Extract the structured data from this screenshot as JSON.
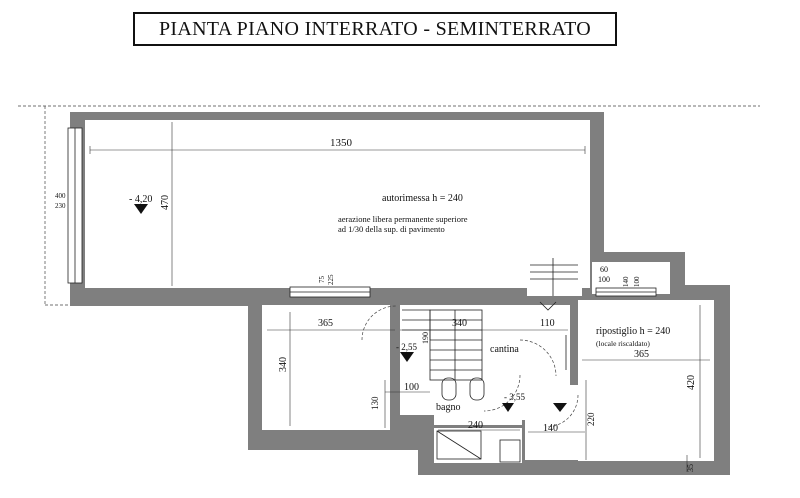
{
  "title": "PIANTA PIANO  INTERRATO - SEMINTERRATO",
  "labels": {
    "dim_1350": "1350",
    "dim_470": "470",
    "dim_400": "400",
    "dim_230": "230",
    "level_garage": "- 4,20",
    "autorimessa": "autorimessa  h = 240",
    "aeration_1": "aerazione libera permanente superiore",
    "aeration_2": "ad 1/30 della sup. di pavimento",
    "dim_75": "75",
    "dim_225": "225",
    "dim_60": "60",
    "dim_100a": "100",
    "dim_140": "140",
    "dim_100b": "100",
    "dim_365_left": "365",
    "dim_340_top": "340",
    "dim_110": "110",
    "dim_190": "190",
    "level_stair": "- 2,55",
    "cantina": "cantina",
    "dim_340_left": "340",
    "dim_100_bagno": "100",
    "dim_130": "130",
    "bagno": "bagno",
    "level_bagno": "- 3,55",
    "level_ripostiglio": "",
    "dim_240_bagno": "240",
    "dim_140_lower": "140",
    "dim_220": "220",
    "ripostiglio": "ripostiglio  h = 240",
    "heating": "(locale riscaldato)",
    "dim_365_right": "365",
    "dim_420": "420",
    "dim_35": "35"
  }
}
